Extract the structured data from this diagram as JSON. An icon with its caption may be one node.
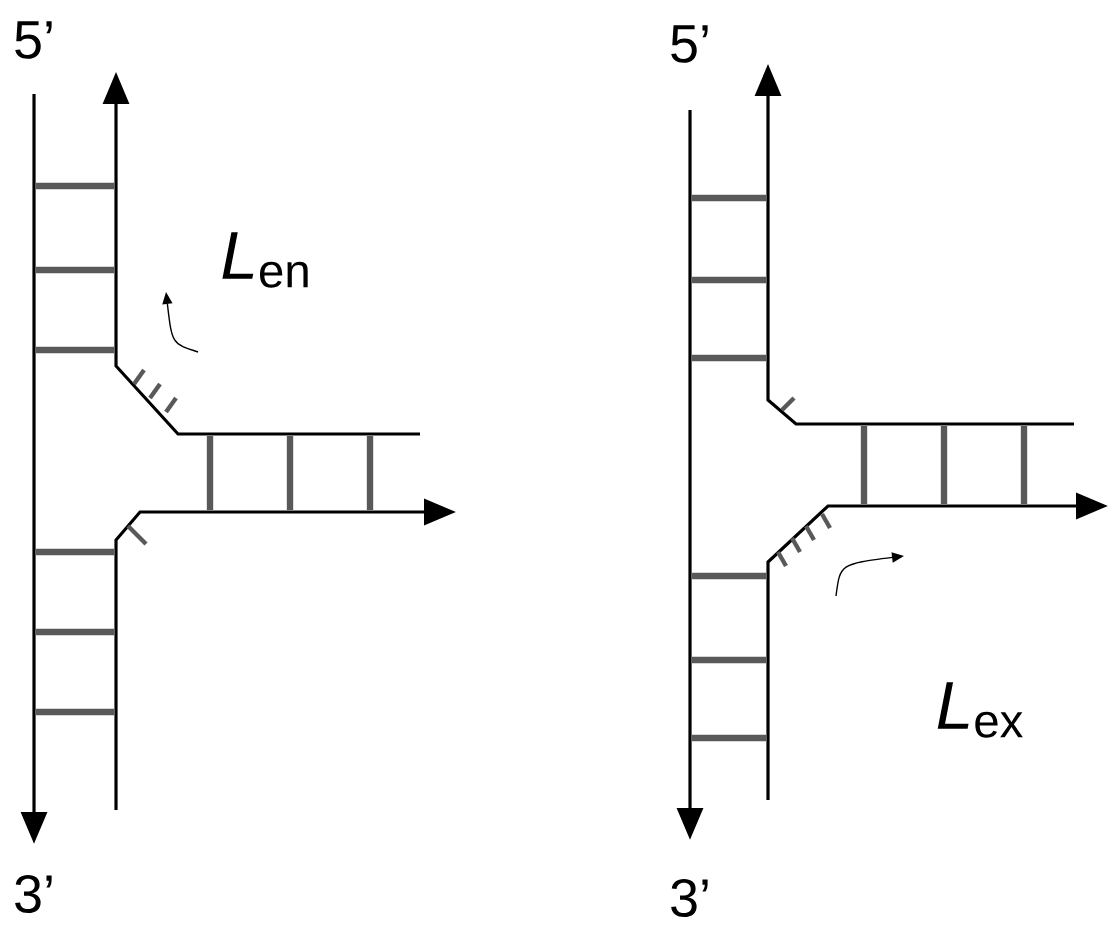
{
  "diagram": {
    "labels": [
      "5’",
      "*L*$_{en}$",
      "3’",
      "5’",
      "*L*$_{ex}$",
      "3’"
    ]
  }
}
